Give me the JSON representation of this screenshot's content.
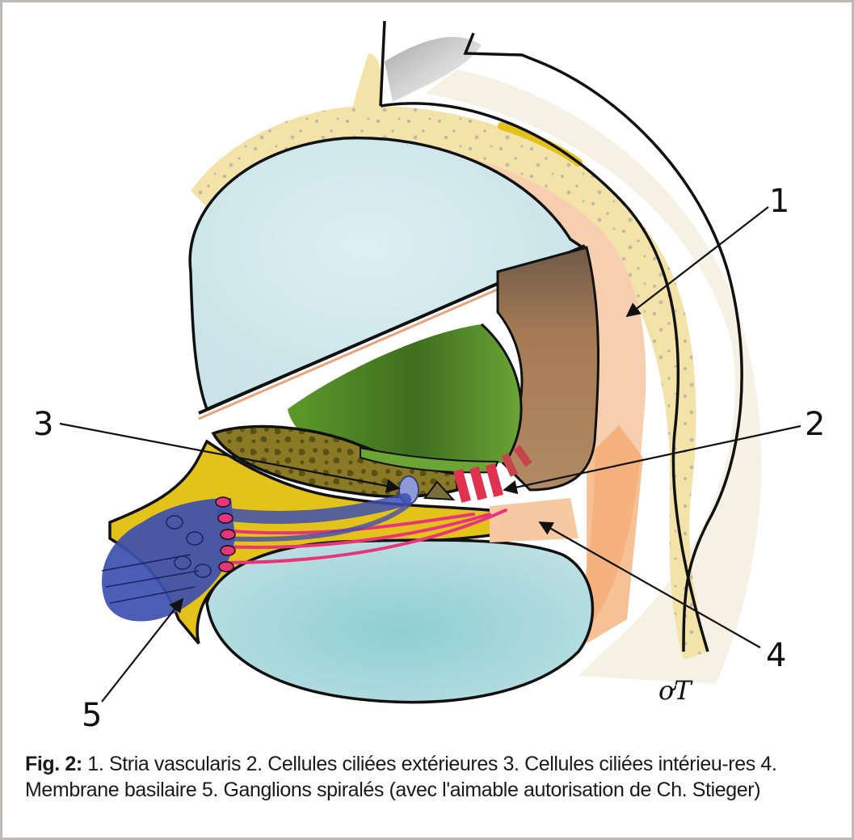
{
  "figure": {
    "callouts": {
      "c1": "1",
      "c2": "2",
      "c3": "3",
      "c4": "4",
      "c5": "5"
    },
    "signature": "ơT",
    "colors": {
      "bone": "#f3e3a8",
      "bone_dots": "#b9b3a3",
      "scala_vestibuli": "#d7ecef",
      "scala_tympani": "#8fcfd4",
      "scala_media_green": "#5f9a2e",
      "stria_brown": "#a77d55",
      "spiral_ligament": "#f7ceb0",
      "tectorial_olive": "#8a7a25",
      "limbus_yellow": "#e3c21a",
      "ganglion_blue": "#3d4fb0",
      "nerve_pink": "#e8357a",
      "hair_cell_red": "#e0324f",
      "outline": "#111111",
      "frame_border": "#bdbab7"
    }
  },
  "caption": {
    "label": "Fig. 2:",
    "text": " 1. Stria vascularis 2. Cellules ciliées extérieures 3. Cellules ciliées intérieu-res 4. Membrane basilaire 5. Ganglions spiralés (avec l'aimable autorisation de Ch. Stieger)"
  }
}
